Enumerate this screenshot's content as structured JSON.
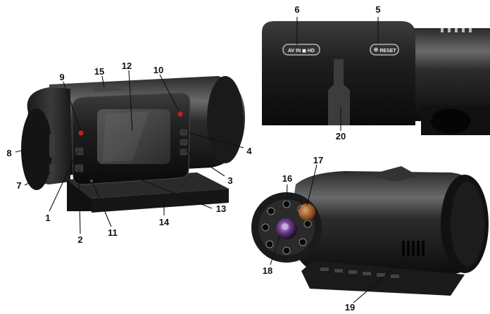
{
  "callouts": {
    "c1": "1",
    "c2": "2",
    "c3": "3",
    "c4": "4",
    "c5": "5",
    "c6": "6",
    "c7": "7",
    "c8": "8",
    "c9": "9",
    "c10": "10",
    "c11": "11",
    "c12": "12",
    "c13": "13",
    "c14": "14",
    "c15": "15",
    "c16": "16",
    "c17": "17",
    "c18": "18",
    "c19": "19",
    "c20": "20"
  },
  "device_labels": {
    "mode_switch": "AV IN ◼ HD",
    "reset": "RESET"
  },
  "colors": {
    "body": "#1d1d1d",
    "highlight": "#5a5a5a",
    "led_red": "#c4201c",
    "lens_purple": "#6a3a8a",
    "lens_orange": "#d0803a"
  }
}
